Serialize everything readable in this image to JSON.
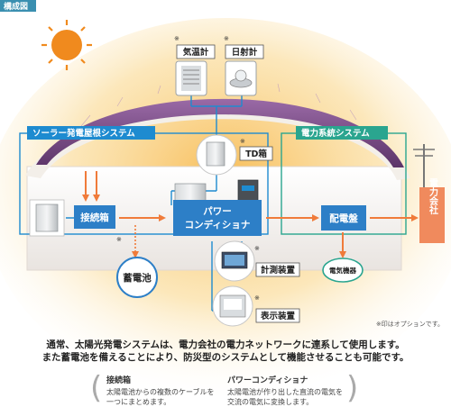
{
  "header": {
    "title": "構成図"
  },
  "labels": {
    "thermometer": "気温計",
    "pyranometer": "日射計",
    "td_box": "TD箱",
    "solar_roof_system": "ソーラー発電屋根システム",
    "grid_system": "電力系統システム",
    "junction_box": "接続箱",
    "power_conditioner_line1": "パワー",
    "power_conditioner_line2": "コンディショナ",
    "distribution_board": "配電盤",
    "power_company": "電力会社",
    "storage_battery": "蓄電池",
    "measurement_device": "計測装置",
    "display_device": "表示装置",
    "appliances": "電気機器",
    "option_mark": "※",
    "option_note": "※印はオプションです。"
  },
  "description": {
    "line1": "通常、太陽光発電システムは、電力会社の電力ネットワークに連系して使用します。",
    "line2": "また蓄電池を備えることにより、防災型のシステムとして機能させることも可能です。"
  },
  "glossary": [
    {
      "term": "接続箱",
      "line1": "太陽電池からの複数のケーブルを",
      "line2": "一つにまとめます。"
    },
    {
      "term": "パワーコンディショナ",
      "line1": "太陽電池が作り出した直流の電気を",
      "line2": "交流の電気に変換します。"
    }
  ],
  "colors": {
    "header_bg": "#3a8fb0",
    "solar_system_frame": "#1e8bd0",
    "grid_system_frame": "#2aa58f",
    "box_fill": "#2d7fc7",
    "power_company_fill": "#f08a5d",
    "arrow_orange": "#f07b3a",
    "roof_purple": "#7a4a86"
  }
}
